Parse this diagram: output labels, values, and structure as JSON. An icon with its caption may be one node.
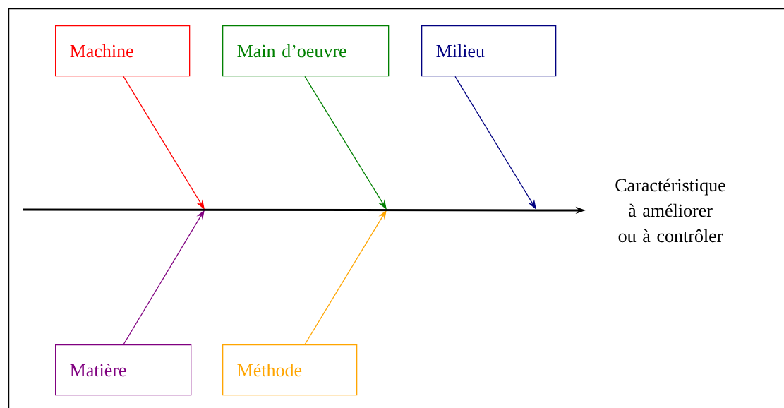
{
  "diagram": {
    "nodes": [
      {
        "text": [
          "Machine"
        ]
      },
      {
        "text": [
          "Main d’oeuvre"
        ]
      },
      {
        "text": [
          "Milieu"
        ]
      },
      {
        "text": [
          "Matière"
        ]
      },
      {
        "text": [
          "Méthode"
        ]
      },
      {
        "text": [
          "Caractéristique à améliorer ou à contrôler"
        ]
      }
    ],
    "edges": [
      {
        "from": 0,
        "to": null,
        "arrow": "to",
        "color": "#ff0000"
      },
      {
        "from": 1,
        "to": null,
        "arrow": "to",
        "color": "#008000"
      },
      {
        "from": 2,
        "to": null,
        "arrow": "to",
        "color": "#000080"
      },
      {
        "from": 3,
        "to": null,
        "arrow": "to",
        "color": "#800080"
      },
      {
        "from": 4,
        "to": null,
        "arrow": "to",
        "color": "#ffa500"
      },
      {
        "from": null,
        "to": 5,
        "arrow": "to",
        "style": "thick",
        "color": "#000000"
      }
    ]
  }
}
